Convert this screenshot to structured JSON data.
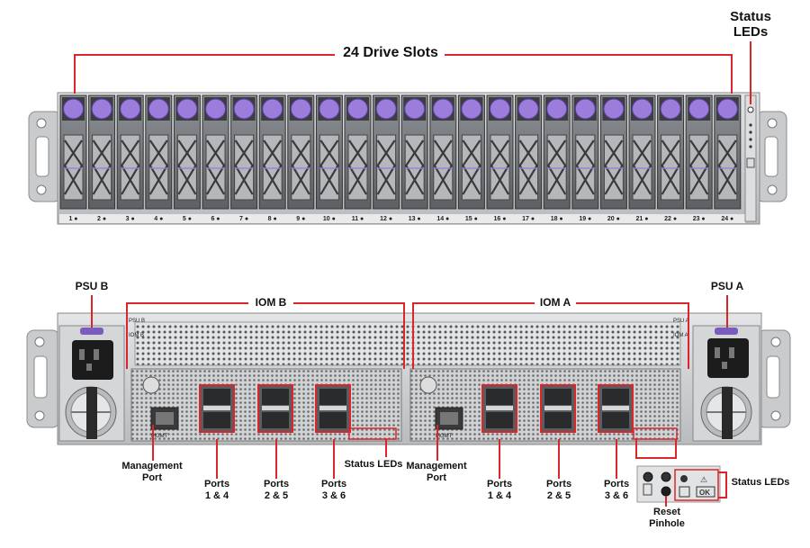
{
  "front": {
    "drive_slots_label": "24 Drive Slots",
    "status_leds_label": "Status\nLEDs",
    "slot_numbers": [
      "1",
      "2",
      "3",
      "4",
      "5",
      "6",
      "7",
      "8",
      "9",
      "10",
      "11",
      "12",
      "13",
      "14",
      "15",
      "16",
      "17",
      "18",
      "19",
      "20",
      "21",
      "22",
      "23",
      "24"
    ]
  },
  "rear": {
    "psu_b": "PSU B",
    "psu_a": "PSU A",
    "iom_b": "IOM B",
    "iom_a": "IOM A",
    "iom_b_tag": "PSU B",
    "iom_a_tag": "PSU A",
    "iom_b_tag2": "IOM B",
    "iom_a_tag2": "IOM A",
    "mgmt_tag": "MGMT",
    "mgmt_b": "Management\nPort",
    "mgmt_a": "Management\nPort",
    "ports_b": [
      "Ports\n1 & 4",
      "Ports\n2 & 5",
      "Ports\n3 & 6"
    ],
    "ports_a": [
      "Ports\n1 & 4",
      "Ports\n2 & 5",
      "Ports\n3 & 6"
    ],
    "status_leds_b": "Status LEDs",
    "status_leds_a": "Status LEDs",
    "reset": "Reset\nPinhole",
    "ok": "OK"
  },
  "colors": {
    "callout": "#d9262b",
    "drive_latch": "#9c7ddb",
    "chassis": "#cfd1d3"
  }
}
